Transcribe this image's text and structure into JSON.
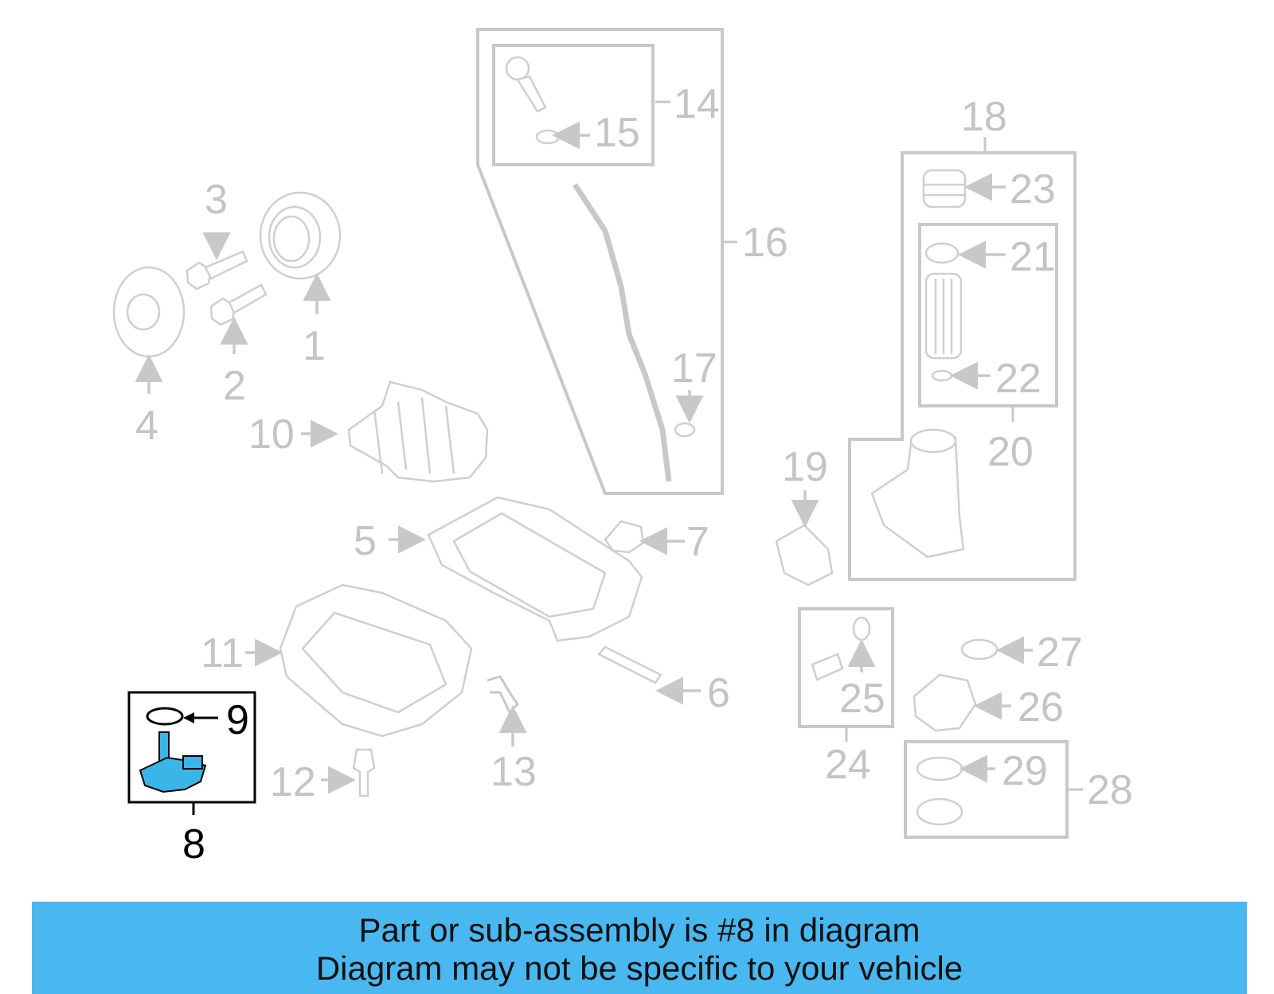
{
  "callouts": {
    "c1": "1",
    "c2": "2",
    "c3": "3",
    "c4": "4",
    "c5": "5",
    "c6": "6",
    "c7": "7",
    "c8": "8",
    "c9": "9",
    "c10": "10",
    "c11": "11",
    "c12": "12",
    "c13": "13",
    "c14": "14",
    "c15": "15",
    "c16": "16",
    "c17": "17",
    "c18": "18",
    "c19": "19",
    "c20": "20",
    "c21": "21",
    "c22": "22",
    "c23": "23",
    "c24": "24",
    "c25": "25",
    "c26": "26",
    "c27": "27",
    "c28": "28",
    "c29": "29"
  },
  "highlighted_part": "8",
  "colors": {
    "highlight": "#3ab5e8",
    "banner": "#4ab8f0",
    "line_gray": "#c8c8c8"
  },
  "banner": {
    "line1": "Part or sub-assembly is #8 in diagram",
    "line2": "Diagram may not be specific to your vehicle"
  }
}
